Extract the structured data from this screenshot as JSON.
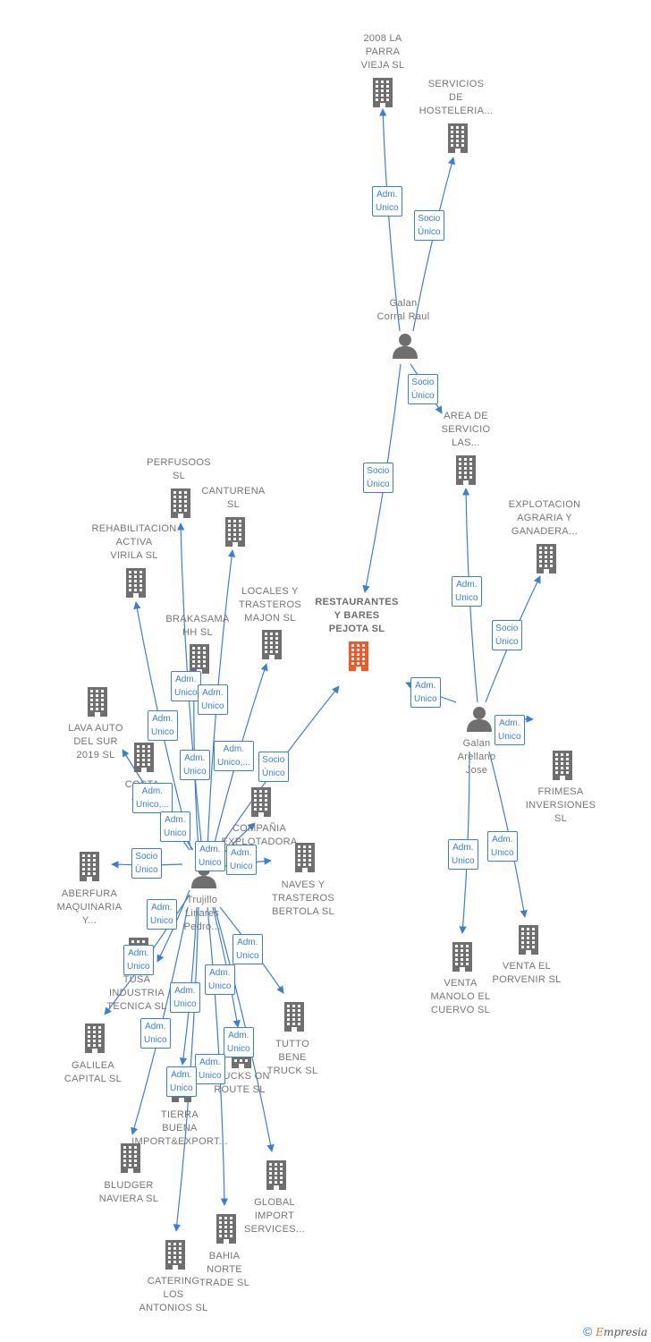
{
  "nodes": [
    {
      "id": "n2008",
      "type": "company",
      "label": "2008 LA\nPARRA\nVIEJA SL"
    },
    {
      "id": "serv",
      "type": "company",
      "label": "SERVICIOS\nDE\nHOSTELERIA..."
    },
    {
      "id": "galan_corral",
      "type": "person",
      "label": "Galan\nCorral Raul"
    },
    {
      "id": "area",
      "type": "company",
      "label": "AREA DE\nSERVICIO\nLAS..."
    },
    {
      "id": "explot",
      "type": "company",
      "label": "EXPLOTACION\nAGRARIA Y\nGANADERA..."
    },
    {
      "id": "main",
      "type": "company-main",
      "label": "RESTAURANTES\nY BARES\nPEJOTA SL"
    },
    {
      "id": "galan_arellano",
      "type": "person",
      "label": "Galan\nArellano\nJose"
    },
    {
      "id": "frimesa",
      "type": "company",
      "label": "FRIMESA\nINVERSIONES\nSL"
    },
    {
      "id": "manolo",
      "type": "company",
      "label": "VENTA\nMANOLO EL\nCUERVO SL"
    },
    {
      "id": "porvenir",
      "type": "company",
      "label": "VENTA EL\nPORVENIR SL"
    },
    {
      "id": "perfusoos",
      "type": "company",
      "label": "PERFUSOOS\nSL"
    },
    {
      "id": "canturena",
      "type": "company",
      "label": "CANTURENA\nSL"
    },
    {
      "id": "rehab",
      "type": "company",
      "label": "REHABILITACION\nACTIVA\nVIRILA SL"
    },
    {
      "id": "locales",
      "type": "company",
      "label": "LOCALES Y\nTRASTEROS\nMAJON SL"
    },
    {
      "id": "brakasama",
      "type": "company",
      "label": "BRAKASAMA\nHH SL"
    },
    {
      "id": "lava",
      "type": "company",
      "label": "LAVA AUTO\nDEL SUR\n2019 SL"
    },
    {
      "id": "costa",
      "type": "company",
      "label": "COSTA\nJU..."
    },
    {
      "id": "compania",
      "type": "company",
      "label": "COMPAÑIA\nEXPLOTADORA"
    },
    {
      "id": "naves",
      "type": "company",
      "label": "NAVES Y\nTRASTEROS\nBERTOLA SL"
    },
    {
      "id": "aberfura",
      "type": "company",
      "label": "ABERFURA\nMAQUINARIA\nY..."
    },
    {
      "id": "trujillo",
      "type": "person",
      "label": "Trujillo\nLinares\nPedro..."
    },
    {
      "id": "tusa",
      "type": "company",
      "label": "TUSA\nINDUSTRIA\nTECNICA SL"
    },
    {
      "id": "galilea",
      "type": "company",
      "label": "GALILEA\nCAPITAL SL"
    },
    {
      "id": "tutto",
      "type": "company",
      "label": "TUTTO\nBENE\nTRUCK SL"
    },
    {
      "id": "trucks",
      "type": "company",
      "label": "TRUCKS ON\nROUTE SL"
    },
    {
      "id": "tierra",
      "type": "company",
      "label": "TIERRA\nBUENA\nIMPORT&EXPORT..."
    },
    {
      "id": "bludger",
      "type": "company",
      "label": "BLUDGER\nNAVIERA SL"
    },
    {
      "id": "global",
      "type": "company",
      "label": "GLOBAL\nIMPORT\nSERVICES..."
    },
    {
      "id": "bahia",
      "type": "company",
      "label": "BAHIA\nNORTE\nTRADE SL"
    },
    {
      "id": "catering",
      "type": "company",
      "label": "CATERING\nLOS\nANTONIOS SL"
    }
  ],
  "relations": [
    {
      "id": "r1",
      "label": "Adm.\nUnico",
      "from": "galan_corral",
      "to": "n2008"
    },
    {
      "id": "r2",
      "label": "Socio\nÚnico",
      "from": "galan_corral",
      "to": "serv"
    },
    {
      "id": "r3",
      "label": "Socio\nÚnico",
      "from": "galan_corral",
      "to": "area"
    },
    {
      "id": "r4",
      "label": "Socio\nÚnico",
      "from": "galan_corral",
      "to": "main"
    },
    {
      "id": "r5",
      "label": "Adm.\nUnico",
      "from": "galan_arellano",
      "to": "area"
    },
    {
      "id": "r6",
      "label": "Socio\nÚnico",
      "from": "galan_arellano",
      "to": "explot"
    },
    {
      "id": "r7",
      "label": "Adm.\nUnico",
      "from": "galan_arellano",
      "to": "main"
    },
    {
      "id": "r8",
      "label": "Adm.\nUnico",
      "from": "galan_arellano",
      "to": "frimesa"
    },
    {
      "id": "r9",
      "label": "Adm.\nUnico",
      "from": "galan_arellano",
      "to": "manolo"
    },
    {
      "id": "r10",
      "label": "Adm.\nUnico",
      "from": "galan_arellano",
      "to": "porvenir"
    },
    {
      "id": "r11",
      "label": "Adm.\nUnico",
      "from": "trujillo",
      "to": "brakasama"
    },
    {
      "id": "r12",
      "label": "Adm.\nUnico",
      "from": "trujillo",
      "to": "canturena"
    },
    {
      "id": "r13",
      "label": "Adm.\nUnico",
      "from": "trujillo",
      "to": "rehab"
    },
    {
      "id": "r14",
      "label": "Adm.\nUnico",
      "from": "trujillo",
      "to": "perfusoos"
    },
    {
      "id": "r15",
      "label": "Adm.\nUnico,...",
      "from": "trujillo",
      "to": "locales"
    },
    {
      "id": "r16",
      "label": "Socio\nÚnico",
      "from": "trujillo",
      "to": "main"
    },
    {
      "id": "r17",
      "label": "Adm.\nUnico,...",
      "from": "trujillo",
      "to": "lava"
    },
    {
      "id": "r18",
      "label": "Adm.\nUnico",
      "from": "trujillo",
      "to": "costa"
    },
    {
      "id": "r19",
      "label": "Socio\nÚnico",
      "from": "trujillo",
      "to": "aberfura"
    },
    {
      "id": "r20",
      "label": "Adm.\nUnico",
      "from": "trujillo",
      "to": "compania"
    },
    {
      "id": "r21",
      "label": "Adm.\nUnico",
      "from": "trujillo",
      "to": "naves"
    },
    {
      "id": "r22",
      "label": "Adm.\nUnico",
      "from": "trujillo",
      "to": "tusa"
    },
    {
      "id": "r23",
      "label": "Adm.\nUnico",
      "from": "trujillo",
      "to": "galilea"
    },
    {
      "id": "r24",
      "label": "Adm.\nUnico",
      "from": "trujillo",
      "to": "tutto"
    },
    {
      "id": "r25",
      "label": "Adm.\nUnico",
      "from": "trujillo",
      "to": "trucks"
    },
    {
      "id": "r26",
      "label": "Adm.\nUnico",
      "from": "trujillo",
      "to": "tierra"
    },
    {
      "id": "r27",
      "label": "Adm.\nUnico",
      "from": "trujillo",
      "to": "bludger"
    },
    {
      "id": "r28",
      "label": "Adm.\nUnico",
      "from": "trujillo",
      "to": "global"
    },
    {
      "id": "r29",
      "label": "Adm.\nUnico",
      "from": "trujillo",
      "to": "bahia"
    },
    {
      "id": "r30",
      "label": "Adm.\nUnico",
      "from": "trujillo",
      "to": "catering"
    }
  ],
  "copyright": {
    "symbol": "©",
    "brand_initial": "E",
    "brand_rest": "mpresia"
  },
  "colors": {
    "edge": "#3a7fd6",
    "icon": "#6f6f6f",
    "main_icon": "#f05a28",
    "text": "#757575"
  }
}
